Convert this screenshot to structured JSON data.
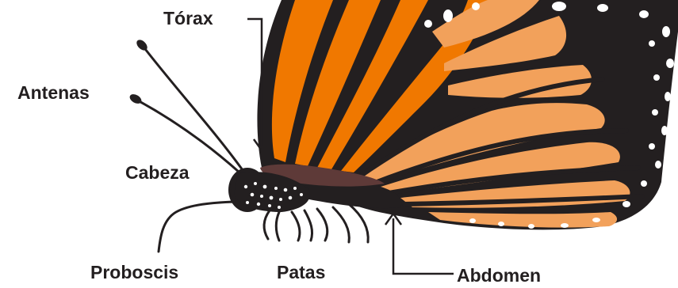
{
  "labels": {
    "thorax": "Tórax",
    "antennae": "Antenas",
    "head": "Cabeza",
    "proboscis": "Proboscis",
    "legs": "Patas",
    "abdomen": "Abdomen"
  },
  "colors": {
    "wing_orange": "#f07800",
    "wing_light": "#f2a15b",
    "wing_border": "#231f20",
    "body": "#231f20",
    "thorax_band": "#5e3a38",
    "spots": "#ffffff",
    "leader_line": "#231f20",
    "label_text": "#231f20",
    "background": "#ffffff"
  },
  "icons": [
    "monarch-butterfly-illustration"
  ]
}
